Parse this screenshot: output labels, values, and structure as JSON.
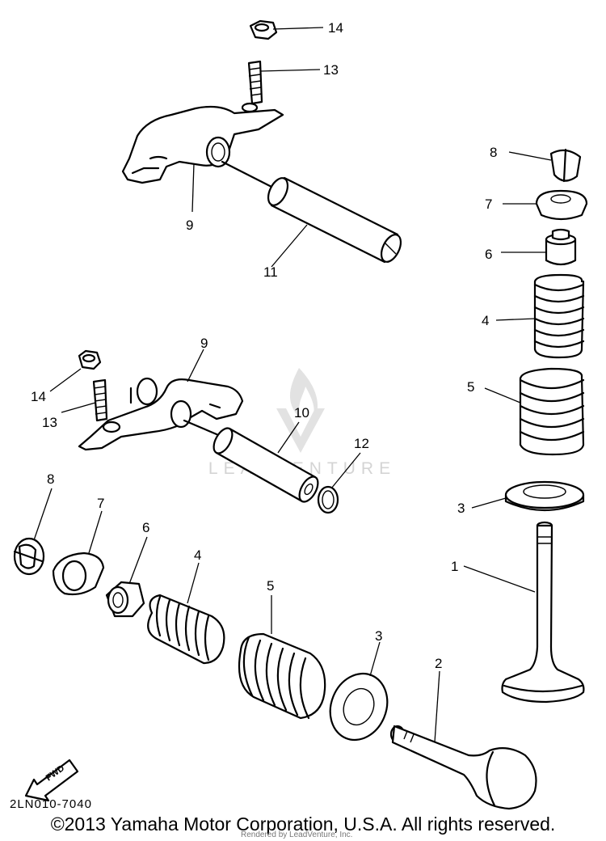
{
  "watermark": {
    "text": "LEADVENTURE"
  },
  "callouts": [
    {
      "id": "c14a",
      "text": "14"
    },
    {
      "id": "c13a",
      "text": "13"
    },
    {
      "id": "c9a",
      "text": "9"
    },
    {
      "id": "c11",
      "text": "11"
    },
    {
      "id": "c8a",
      "text": "8"
    },
    {
      "id": "c7a",
      "text": "7"
    },
    {
      "id": "c6a",
      "text": "6"
    },
    {
      "id": "c4a",
      "text": "4"
    },
    {
      "id": "c5a",
      "text": "5"
    },
    {
      "id": "c3a",
      "text": "3"
    },
    {
      "id": "c1",
      "text": "1"
    },
    {
      "id": "c9b",
      "text": "9"
    },
    {
      "id": "c14b",
      "text": "14"
    },
    {
      "id": "c13b",
      "text": "13"
    },
    {
      "id": "c10",
      "text": "10"
    },
    {
      "id": "c12",
      "text": "12"
    },
    {
      "id": "c8b",
      "text": "8"
    },
    {
      "id": "c7b",
      "text": "7"
    },
    {
      "id": "c6b",
      "text": "6"
    },
    {
      "id": "c4b",
      "text": "4"
    },
    {
      "id": "c5b",
      "text": "5"
    },
    {
      "id": "c3b",
      "text": "3"
    },
    {
      "id": "c2",
      "text": "2"
    }
  ],
  "fwd_label": "FWD",
  "drawing_code": "2LN010-7040",
  "copyright": "©2013 Yamaha Motor Corporation, U.S.A. All rights reserved.",
  "rendered_by": "Rendered by LeadVenture, Inc."
}
